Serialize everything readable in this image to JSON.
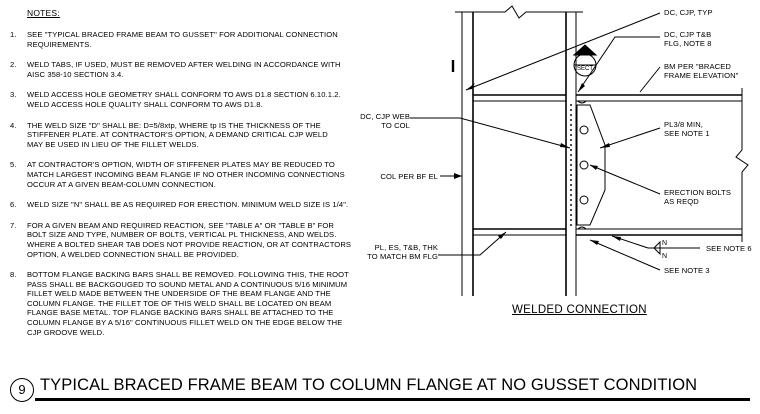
{
  "notes": {
    "title": "NOTES:",
    "items": [
      {
        "num": "1.",
        "text": "SEE \"TYPICAL BRACED FRAME BEAM TO GUSSET\" FOR ADDITIONAL CONNECTION\nREQUIREMENTS."
      },
      {
        "num": "2.",
        "text": "WELD TABS, IF USED, MUST BE REMOVED AFTER WELDING IN ACCORDANCE WITH\nAISC 358-10 SECTION 3.4."
      },
      {
        "num": "3.",
        "text": "WELD ACCESS HOLE GEOMETRY SHALL CONFORM TO AWS D1.8 SECTION 6.10.1.2.\nWELD ACCESS HOLE QUALITY SHALL CONFORM TO AWS D1.8."
      },
      {
        "num": "4.",
        "text": "THE WELD SIZE \"D\" SHALL BE: D=5/8xtp, WHERE tp IS THE THICKNESS OF THE\nSTIFFENER PLATE. AT CONTRACTOR'S OPTION, A DEMAND CRITICAL CJP WELD\nMAY BE USED IN LIEU OF THE FILLET WELDS."
      },
      {
        "num": "5.",
        "text": "AT CONTRACTOR'S OPTION, WIDTH OF STIFFENER PLATES MAY BE REDUCED TO\nMATCH LARGEST INCOMING BEAM FLANGE IF NO OTHER INCOMING CONNECTIONS\nOCCUR AT A GIVEN BEAM-COLUMN CONNECTION."
      },
      {
        "num": "6.",
        "text": "WELD SIZE \"N\" SHALL BE AS REQUIRED FOR ERECTION.  MINIMUM WELD SIZE IS 1/4\"."
      },
      {
        "num": "7.",
        "text": "FOR A GIVEN BEAM AND REQUIRED REACTION, SEE \"TABLE A\" OR  \"TABLE B\" FOR\nBOLT SIZE AND TYPE, NUMBER OF BOLTS, VERTICAL PL THICKNESS, AND WELDS.\nWHERE A BOLTED SHEAR TAB DOES NOT PROVIDE REACTION, OR AT CONTRACTORS\nOPTION, A WELDED CONNECTION SHALL BE PROVIDED."
      },
      {
        "num": "8.",
        "text": "BOTTOM FLANGE BACKING BARS SHALL BE REMOVED.  FOLLOWING THIS, THE ROOT\nPASS SHALL BE BACKGOUGED TO SOUND METAL AND A CONTINUOUS 5/16 MINIMUM\nFILLET WELD MADE BETWEEN THE UNDERSIDE OF THE BEAM FLANGE AND THE\nCOLUMN FLANGE.  THE FILLET TOE OF THIS WELD SHALL BE LOCATED ON BEAM\nFLANGE BASE METAL.  TOP FLANGE BACKING BARS SHALL BE ATTACHED TO THE\nCOLUMN FLANGE BY A 5/16\" CONTINUOUS FILLET WELD ON THE EDGE BELOW THE\nCJP GROOVE WELD."
      }
    ]
  },
  "labels": {
    "dc_cjp_typ": "DC, CJP, TYP",
    "dc_cjp_tb": "DC, CJP T&B\nFLG, NOTE 8",
    "bm_per": "BM PER \"BRACED\nFRAME ELEVATION\"",
    "dc_cjp_web": "DC, CJP WEB\nTO COL",
    "pl_min": "PL3/8 MIN,\nSEE NOTE 1",
    "col_per": "COL PER BF EL",
    "erection_bolts": "ERECTION BOLTS\nAS REQD",
    "pl_es": "PL, ES, T&B, THK\nTO MATCH BM FLG",
    "see_note_6": "SEE NOTE 6",
    "see_note_3": "SEE NOTE 3",
    "sect": "SECT",
    "weld_n_top": "N",
    "weld_n_bottom": "N"
  },
  "caption": "WELDED CONNECTION",
  "title_block": {
    "number": "9",
    "title": "TYPICAL BRACED FRAME BEAM TO COLUMN FLANGE AT NO GUSSET CONDITION"
  }
}
